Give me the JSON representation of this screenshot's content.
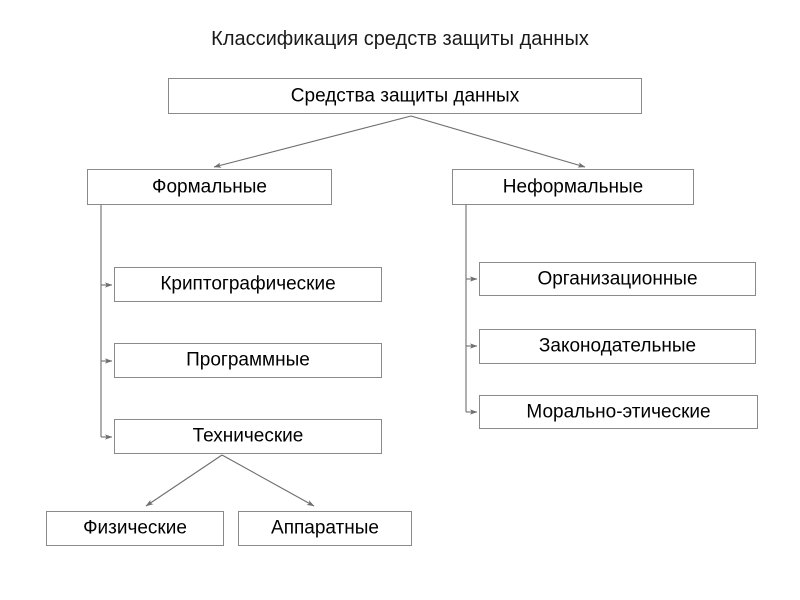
{
  "page": {
    "title": "Классификация средств защиты данных",
    "background_color": "#ffffff",
    "line_color": "#6e6e6e",
    "box_border_color": "#8a8a8a",
    "text_color": "#000000"
  },
  "diagram": {
    "type": "tree",
    "root": {
      "label": "Средства защиты данных"
    },
    "level1": [
      {
        "label": "Формальные"
      },
      {
        "label": "Неформальные"
      }
    ],
    "formal_children": [
      {
        "label": "Криптографические"
      },
      {
        "label": "Программные"
      },
      {
        "label": "Технические"
      }
    ],
    "informal_children": [
      {
        "label": "Организационные"
      },
      {
        "label": "Законодательные"
      },
      {
        "label": "Морально-этические"
      }
    ],
    "technical_children": [
      {
        "label": "Физические"
      },
      {
        "label": "Аппаратные"
      }
    ]
  }
}
